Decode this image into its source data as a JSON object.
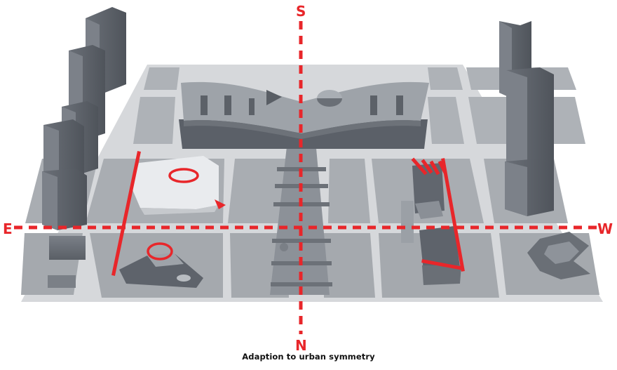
{
  "diagram": {
    "caption": "Adaption to urban symmetry",
    "compass": {
      "north": "N",
      "south": "S",
      "east": "E",
      "west": "W"
    },
    "colors": {
      "axis": "#e8262a",
      "ground": "#b9bcc1",
      "block": "#8f949b",
      "building_dark": "#5e636b",
      "building_light": "#eef0f3"
    }
  }
}
